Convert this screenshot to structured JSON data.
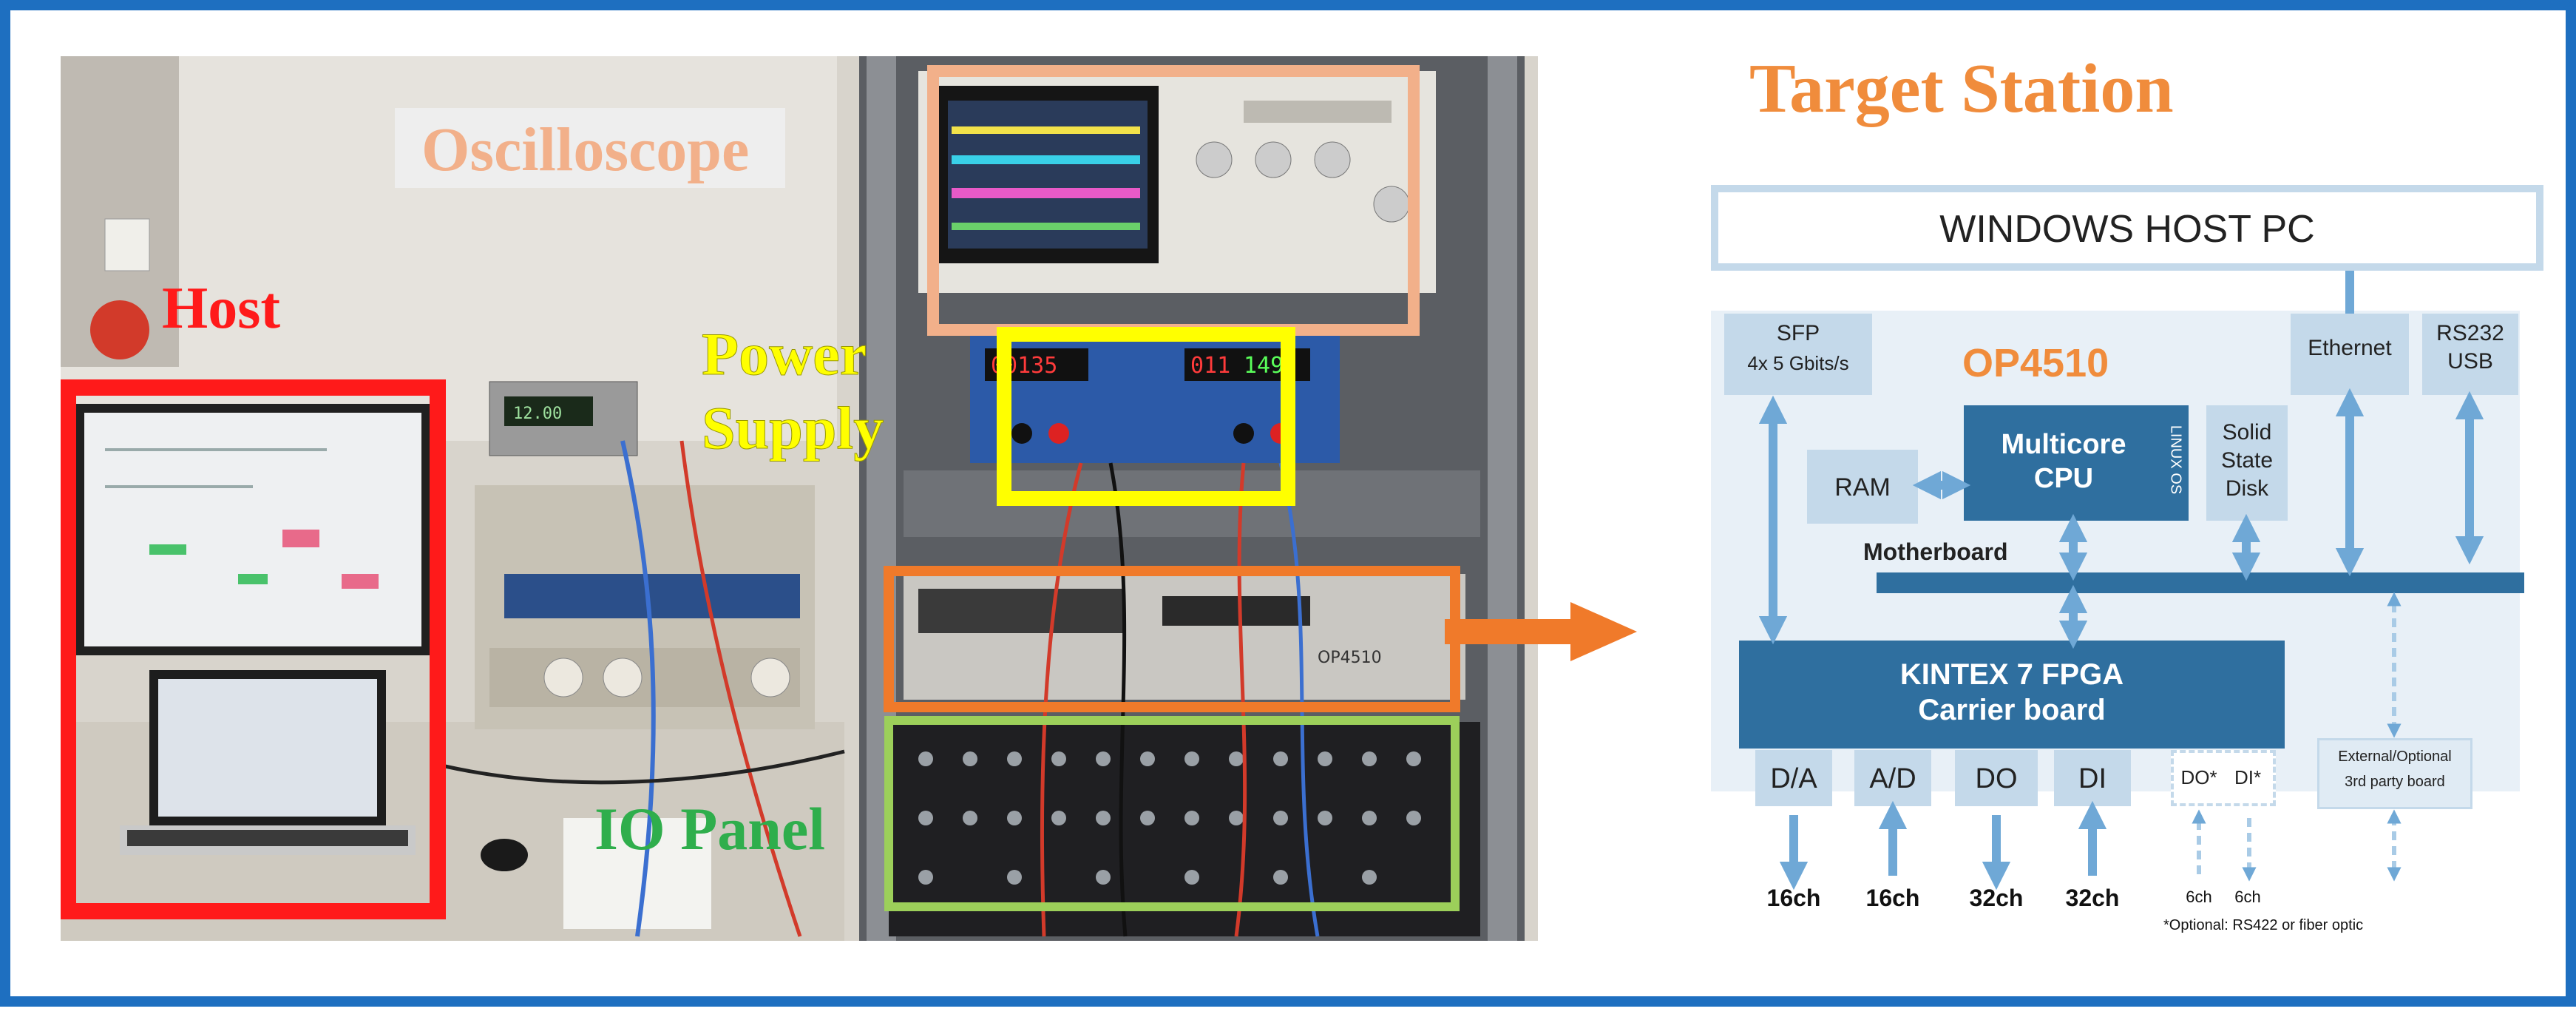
{
  "photo_labels": {
    "oscilloscope": "Oscilloscope",
    "host": "Host",
    "power_supply_1": "Power",
    "power_supply_2": "Supply",
    "io_panel": "IO Panel"
  },
  "diagram": {
    "title": "Target Station",
    "host_pc": "WINDOWS HOST PC",
    "sfp_1": "SFP",
    "sfp_2": "4x 5 Gbits/s",
    "model": "OP4510",
    "ethernet": "Ethernet",
    "rs232_1": "RS232",
    "rs232_2": "USB",
    "ram": "RAM",
    "cpu_1": "Multicore",
    "cpu_2": "CPU",
    "linux_os": "LINUX OS",
    "ssd_1": "Solid",
    "ssd_2": "State",
    "ssd_3": "Disk",
    "motherboard": "Motherboard",
    "fpga_1": "KINTEX 7 FPGA",
    "fpga_2": "Carrier board",
    "io_da": "D/A",
    "io_ad": "A/D",
    "io_do": "DO",
    "io_di": "DI",
    "io_do_opt": "DO*",
    "io_di_opt": "DI*",
    "ext_1": "External/Optional",
    "ext_2": "3rd party board",
    "ch_da": "16ch",
    "ch_ad": "16ch",
    "ch_do": "32ch",
    "ch_di": "32ch",
    "ch_do_opt": "6ch",
    "ch_di_opt": "6ch",
    "footnote": "*Optional: RS422 or fiber optic"
  },
  "colors": {
    "frame": "#1e6fc0",
    "oscilloscope_box": "#f2b08a",
    "host_box": "#ff1a1a",
    "power_box": "#ffff00",
    "target_box": "#f07a2a",
    "io_box": "#9ccf5a",
    "diagram_block": "#2f6f9f",
    "diagram_light": "#c4d9ea",
    "diagram_arrow": "#6fa8d6",
    "title_orange": "#f08c3c"
  }
}
